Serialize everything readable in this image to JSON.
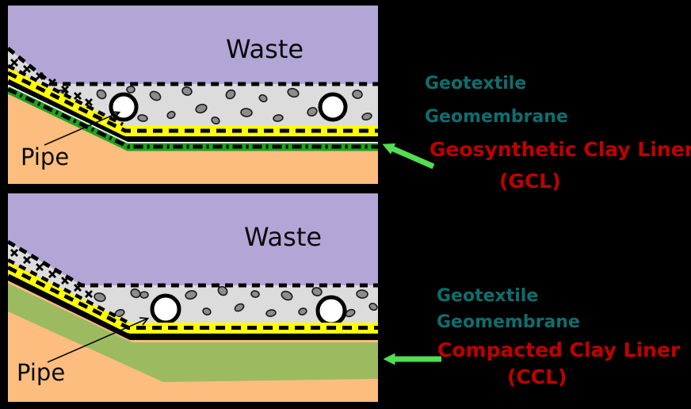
{
  "palette": {
    "waste_purple": "#b3a6d6",
    "subgrade_orange": "#fcbd7e",
    "gravel_gray": "#dcdcdc",
    "stone_gray": "#8c8c8c",
    "liner_yellow": "#ffff00",
    "gcl_green": "#1ea41e",
    "ccl_green": "#9cbb61",
    "label_teal": "#0d6e6e",
    "label_red": "#c00000",
    "arrow_green": "#52dd52"
  },
  "panels": {
    "gcl": {
      "waste": "Waste",
      "pipe": "Pipe"
    },
    "ccl": {
      "waste": "Waste",
      "pipe": "Pipe"
    }
  },
  "legend_gcl": {
    "geotextile": "Geotextile",
    "geomembrane": "Geomembrane",
    "liner": "Geosynthetic Clay Liner",
    "abbr": "(GCL)"
  },
  "legend_ccl": {
    "geotextile": "Geotextile",
    "geomembrane": "Geomembrane",
    "liner": "Compacted Clay Liner",
    "abbr": "(CCL)"
  }
}
